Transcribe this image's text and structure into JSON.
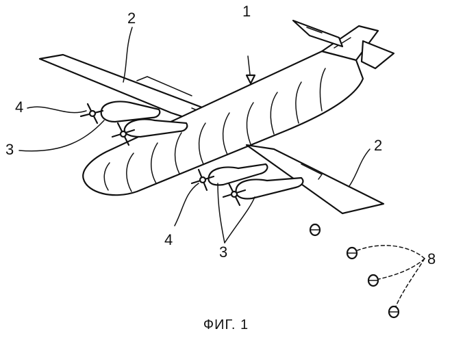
{
  "figure": {
    "caption": "ФИГ. 1",
    "labels": {
      "aircraft": "1",
      "wing_upper": "2",
      "wing_lower": "2",
      "engine_upper": "3",
      "engine_lower": "3",
      "propeller_upper": "4",
      "propeller_lower": "4",
      "payload": "8"
    }
  }
}
